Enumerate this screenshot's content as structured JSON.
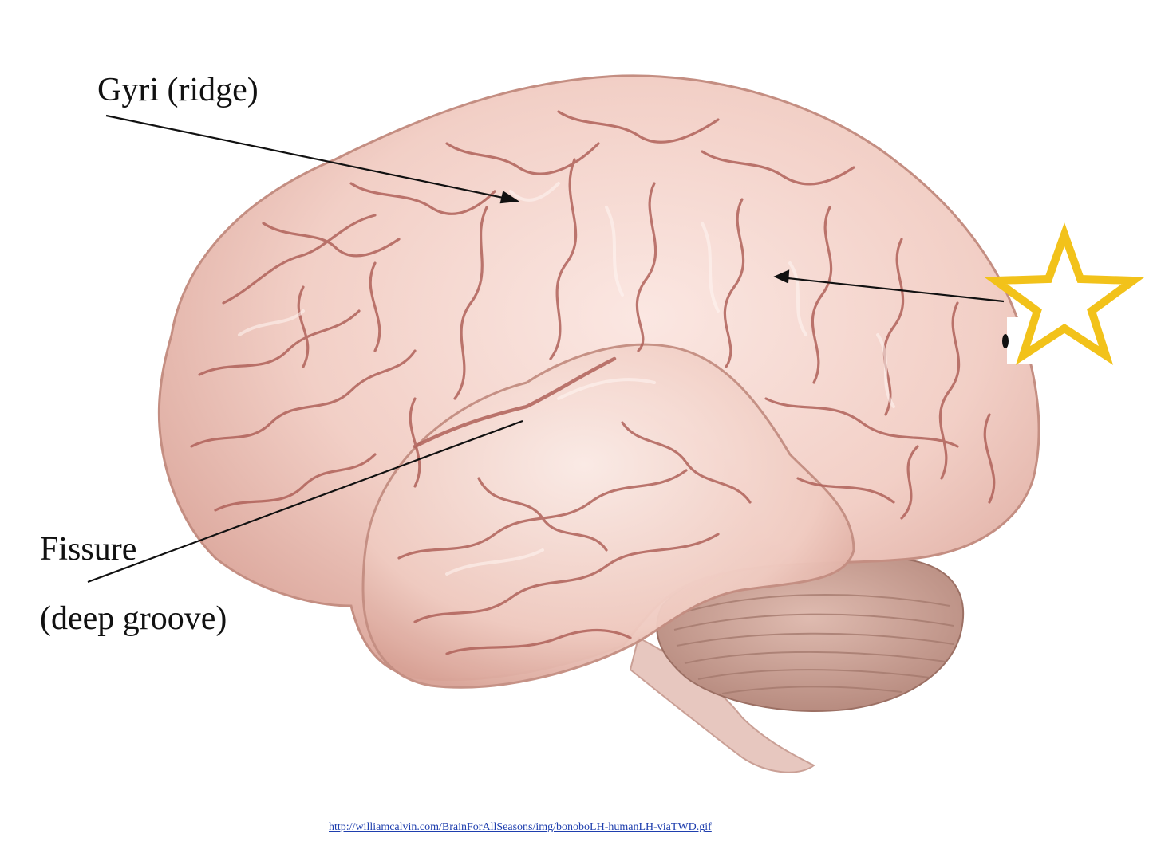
{
  "labels": {
    "gyri": "Gyri (ridge)",
    "fissure": "Fissure",
    "fissure_desc": "(deep groove)"
  },
  "source_link": "http://williamcalvin.com/BrainForAllSeasons/img/bonoboLH-humanLH-viaTWD.gif",
  "colors": {
    "background": "#ffffff",
    "brain_base": "#f2cfc6",
    "brain_shadow": "#d99c90",
    "sulcus": "#a8564c",
    "cerebellum": "#c99f92",
    "brainstem": "#e7c7bf",
    "arrow": "#111111",
    "star_stroke": "#f2c21a",
    "link": "#1f3fae"
  },
  "icons": {
    "star": "star-icon"
  }
}
